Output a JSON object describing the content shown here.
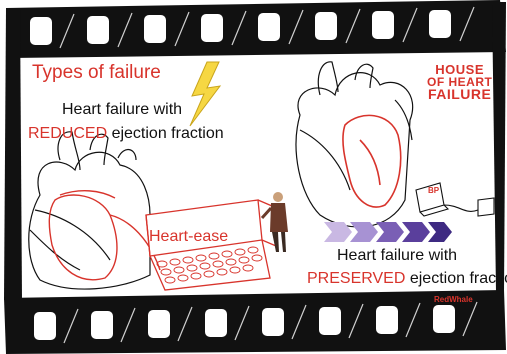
{
  "title": "Types of failure",
  "reduced": {
    "line1": "Heart failure with",
    "highlight": "REDUCED",
    "rest": " ejection fraction"
  },
  "preserved": {
    "line1": "Heart failure with",
    "highlight": "PRESERVED",
    "rest": " ejection fraction"
  },
  "box_label": "Heart-ease",
  "logo": {
    "line1": "HOUSE",
    "line2": "OF HEART",
    "line3": "FAILURE"
  },
  "bp_label": "BP",
  "brand": "RedWhale",
  "colors": {
    "accent": "#d8342c",
    "arrow_light": "#c9b8e3",
    "arrow_mid": "#8a6fc0",
    "arrow_dark": "#4b2f8f",
    "film": "#111111"
  },
  "icons": [
    "lightning-icon",
    "heart-illustration",
    "blood-pressure-monitor-icon",
    "person-illustration"
  ]
}
